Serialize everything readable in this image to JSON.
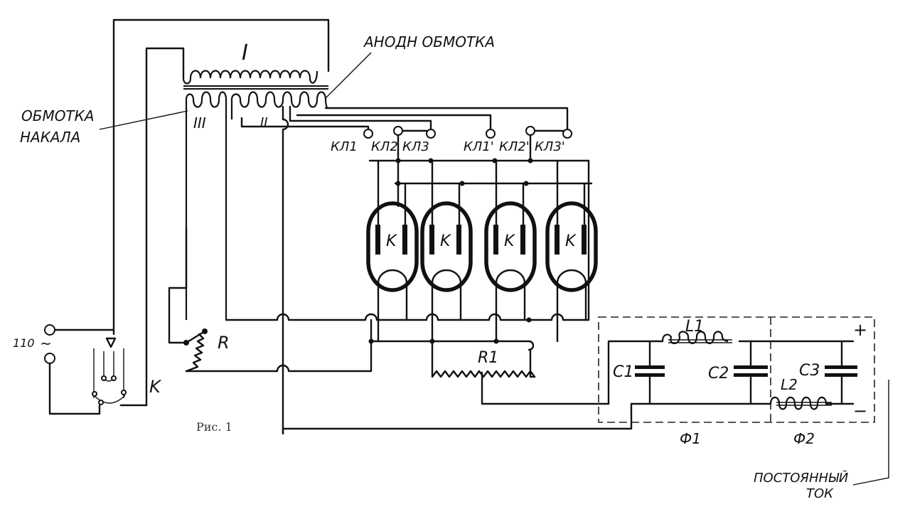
{
  "figure": {
    "caption": "Рис. 1",
    "description": "Schematic of a rectifier with four gas-discharge tubes, transformer and two-stage smoothing filter"
  },
  "labels": {
    "primary_winding": "I",
    "anode_winding_roman": "II",
    "filament_winding_roman": "III",
    "anode_winding": "АНОДН ОБМОТКА",
    "filament_winding_line1": "ОБМОТКА",
    "filament_winding_line2": "НАКАЛА",
    "mains_voltage": "110",
    "ac_symbol": "~",
    "switch": "K",
    "rheostat": "R",
    "load_resistor": "R1",
    "inductor_1": "L1",
    "inductor_2": "L2",
    "capacitor_1": "C1",
    "capacitor_2": "C2",
    "capacitor_3": "C3",
    "filter_1": "Ф1",
    "filter_2": "Ф2",
    "plus": "+",
    "minus": "−",
    "dc_output_line1": "ПОСТОЯННЫЙ",
    "dc_output_line2": "ТОК"
  },
  "terminals": [
    {
      "label": "КЛ1"
    },
    {
      "label": "КЛ2"
    },
    {
      "label": "КЛ3"
    },
    {
      "label": "КЛ1'"
    },
    {
      "label": "КЛ2'"
    },
    {
      "label": "КЛ3'"
    }
  ],
  "tubes": [
    {
      "label": "K"
    },
    {
      "label": "K"
    },
    {
      "label": "K"
    },
    {
      "label": "K"
    }
  ]
}
